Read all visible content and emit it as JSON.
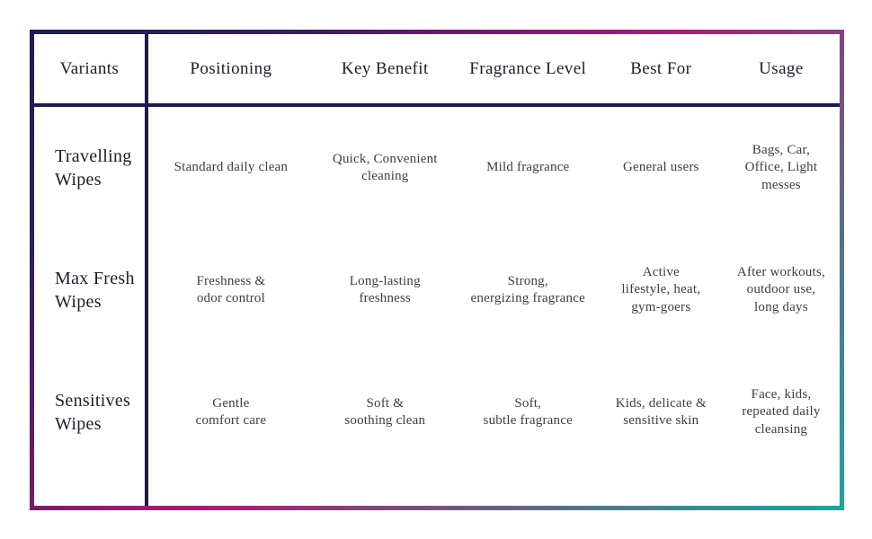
{
  "colors": {
    "frame_navy": "#1b1c55",
    "frame_magenta": "#ad1a77",
    "frame_teal": "#17a7a0",
    "divider_navy": "#1b1b52",
    "header_text": "#1d1d30",
    "cell_text": "#3e3e3e",
    "background": "#ffffff"
  },
  "table": {
    "header": {
      "variants": "Variants",
      "columns": [
        "Positioning",
        "Key Benefit",
        "Fragrance Level",
        "Best For",
        "Usage"
      ]
    },
    "rows": [
      {
        "variant": "Travelling\nWipes",
        "cells": [
          "Standard daily clean",
          "Quick, Convenient\ncleaning",
          "Mild fragrance",
          "General users",
          "Bags, Car,\nOffice, Light\nmesses"
        ]
      },
      {
        "variant": "Max Fresh\nWipes",
        "cells": [
          "Freshness &\nodor control",
          "Long-lasting\nfreshness",
          "Strong,\nenergizing fragrance",
          "Active\nlifestyle, heat,\ngym-goers",
          "After workouts,\noutdoor use,\nlong days"
        ]
      },
      {
        "variant": "Sensitives\nWipes",
        "cells": [
          "Gentle\ncomfort care",
          "Soft &\nsoothing clean",
          "Soft,\nsubtle fragrance",
          "Kids, delicate &\nsensitive skin",
          "Face, kids,\nrepeated daily\ncleansing"
        ]
      }
    ]
  },
  "chart_data": {
    "type": "table",
    "title": "",
    "columns": [
      "Variants",
      "Positioning",
      "Key Benefit",
      "Fragrance Level",
      "Best For",
      "Usage"
    ],
    "rows": [
      [
        "Travelling Wipes",
        "Standard daily clean",
        "Quick, Convenient cleaning",
        "Mild fragrance",
        "General users",
        "Bags, Car, Office, Light messes"
      ],
      [
        "Max Fresh Wipes",
        "Freshness & odor control",
        "Long-lasting freshness",
        "Strong, energizing fragrance",
        "Active lifestyle, heat, gym-goers",
        "After workouts, outdoor use, long days"
      ],
      [
        "Sensitives Wipes",
        "Gentle comfort care",
        "Soft & soothing clean",
        "Soft, subtle fragrance",
        "Kids, delicate & sensitive skin",
        "Face, kids, repeated daily cleansing"
      ]
    ],
    "layout_hints": {
      "grid": "single vertical divider after first column, single horizontal divider under header",
      "frame": "gradient border navy to magenta to teal, 135deg"
    }
  }
}
